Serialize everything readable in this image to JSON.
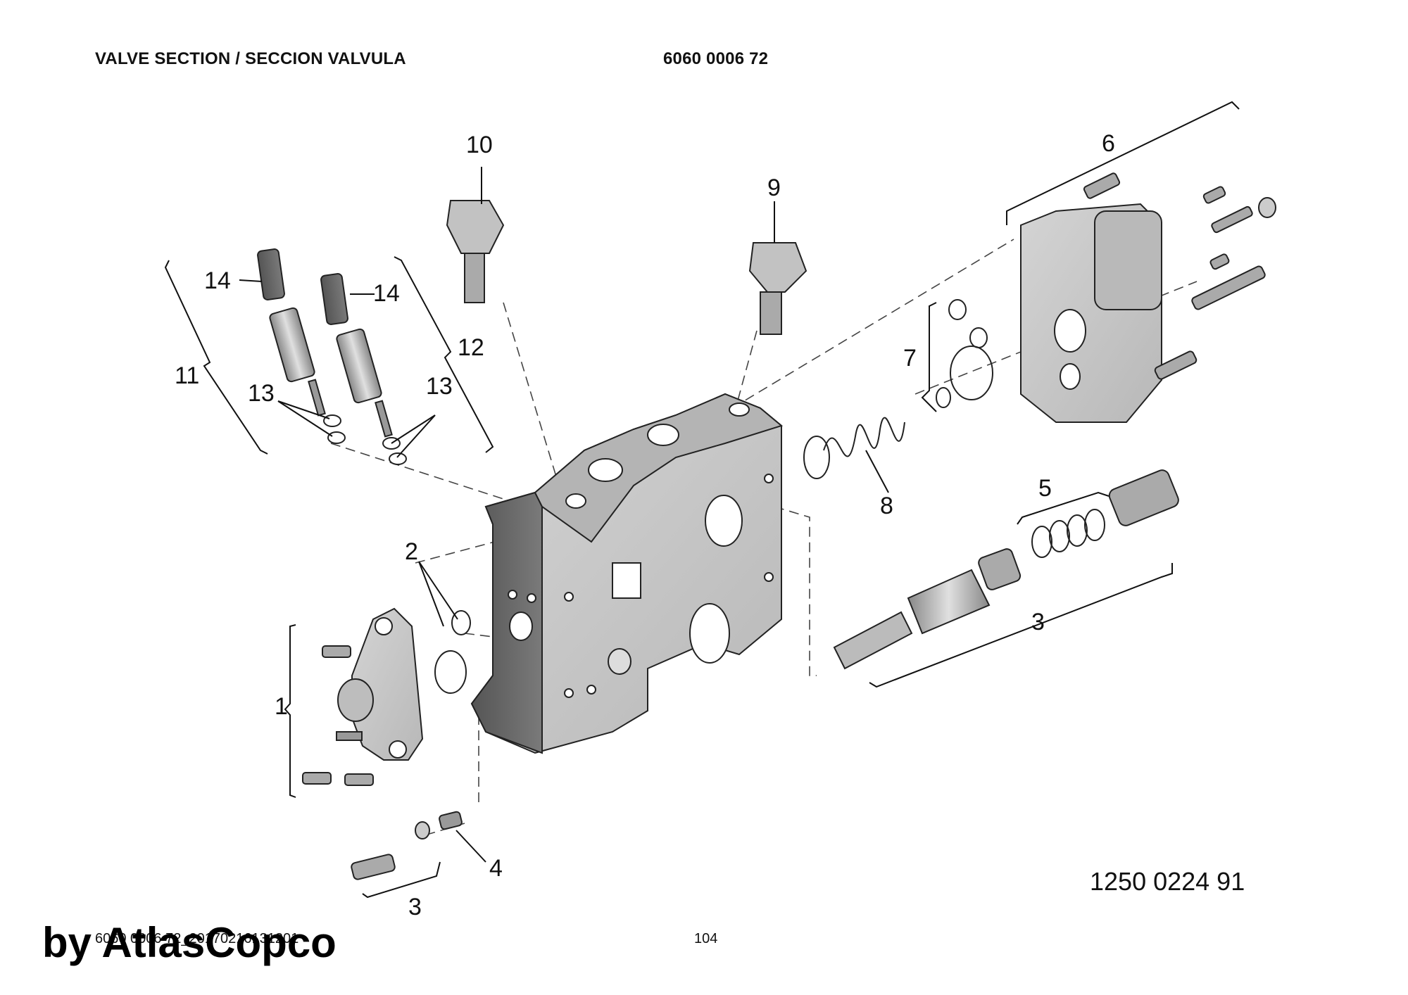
{
  "header": {
    "title": "VALVE SECTION / SECCION VALVULA",
    "part_code": "6060 0006 72"
  },
  "callouts": {
    "c1": "1",
    "c2": "2",
    "c3a": "3",
    "c3b": "3",
    "c4": "4",
    "c5": "5",
    "c6": "6",
    "c7": "7",
    "c8": "8",
    "c9": "9",
    "c10": "10",
    "c11": "11",
    "c12": "12",
    "c13a": "13",
    "c13b": "13",
    "c14a": "14",
    "c14b": "14"
  },
  "footer": {
    "drawing_number": "1250 0224 91",
    "file_reference": "6060 0006 72_20170216131201",
    "page_number": "104",
    "watermark": "by AtlasCopco"
  },
  "colors": {
    "metal_light": "#c9c9c9",
    "metal_mid": "#a9a9a9",
    "metal_dark": "#6a6a6a",
    "ink": "#111111"
  }
}
